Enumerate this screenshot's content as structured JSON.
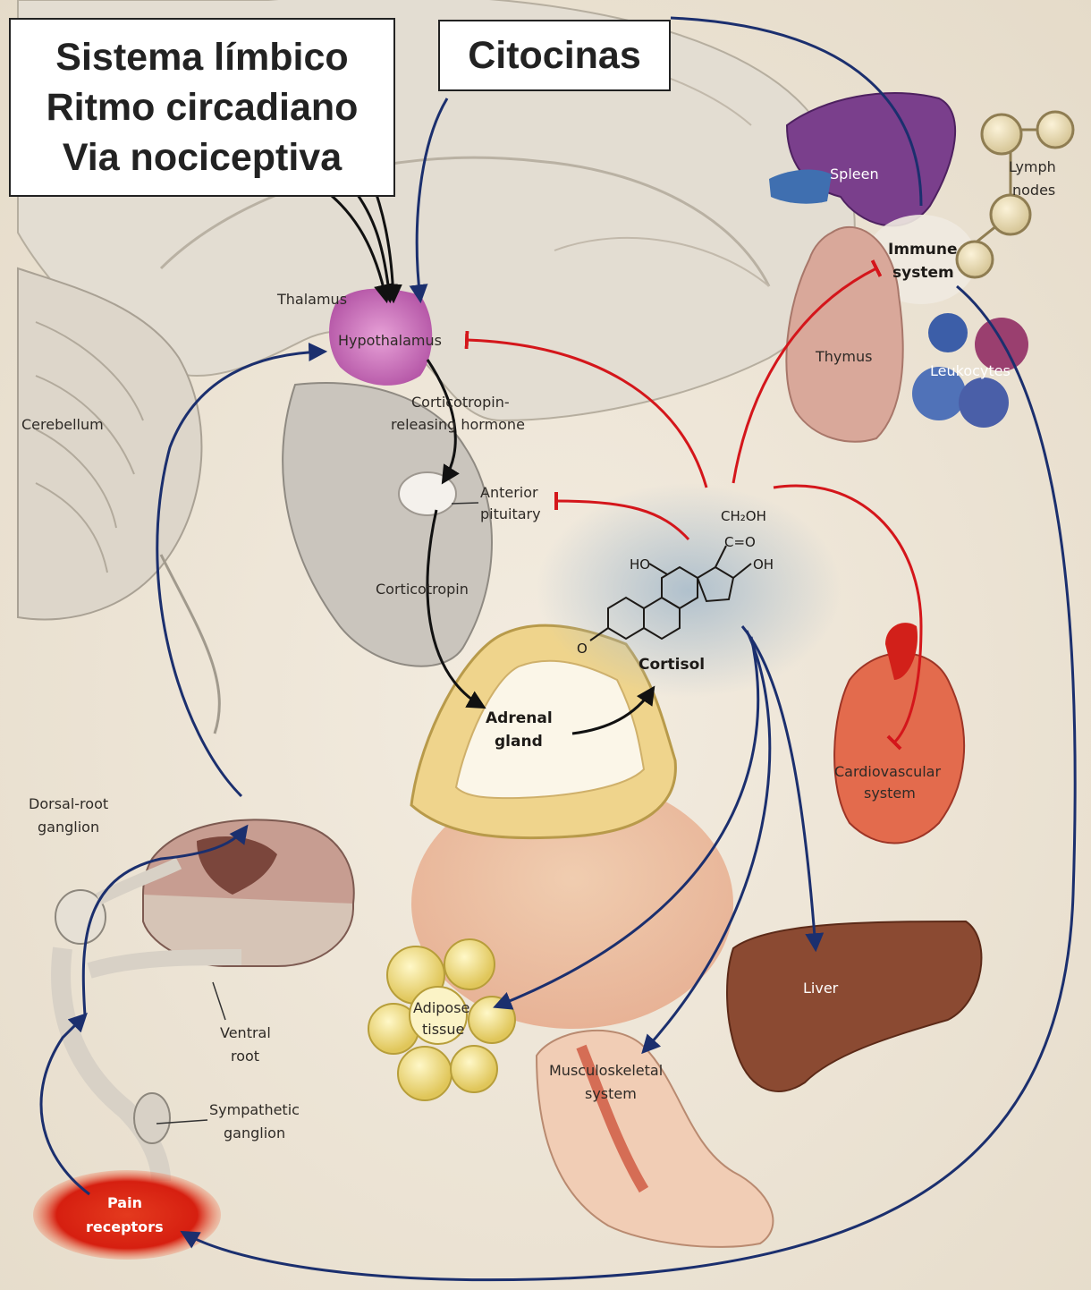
{
  "overlay_boxes": {
    "left_lines": [
      "Sistema límbico",
      "Ritmo circadiano",
      "Via nociceptiva"
    ],
    "right": "Citocinas"
  },
  "labels": {
    "thalamus": "Thalamus",
    "hypothalamus": "Hypothalamus",
    "cerebellum": "Cerebellum",
    "crh_line1": "Corticotropin-",
    "crh_line2": "releasing hormone",
    "anterior_pituitary_line1": "Anterior",
    "anterior_pituitary_line2": "pituitary",
    "corticotropin": "Corticotropin",
    "adrenal_line1": "Adrenal",
    "adrenal_line2": "gland",
    "cortisol": "Cortisol",
    "spleen": "Spleen",
    "lymph_nodes_line1": "Lymph",
    "lymph_nodes_line2": "nodes",
    "immune_line1": "Immune",
    "immune_line2": "system",
    "thymus": "Thymus",
    "leukocytes": "Leukocytes",
    "cardio_line1": "Cardiovascular",
    "cardio_line2": "system",
    "liver": "Liver",
    "adipose_line1": "Adipose",
    "adipose_line2": "tissue",
    "musculo_line1": "Musculoskeletal",
    "musculo_line2": "system",
    "dorsal_root_line1": "Dorsal-root",
    "dorsal_root_line2": "ganglion",
    "ventral_root_line1": "Ventral",
    "ventral_root_line2": "root",
    "sympathetic_line1": "Sympathetic",
    "sympathetic_line2": "ganglion",
    "pain_line1": "Pain",
    "pain_line2": "receptors"
  },
  "chem_labels": {
    "ch2oh": "CH₂OH",
    "co": "C=O",
    "oh": "OH",
    "ho": "HO",
    "o": "O"
  },
  "colors": {
    "stimulatory_arrow": "#1b2f6e",
    "inhibitory_line": "#d4161b",
    "background": "#efe7d9"
  }
}
